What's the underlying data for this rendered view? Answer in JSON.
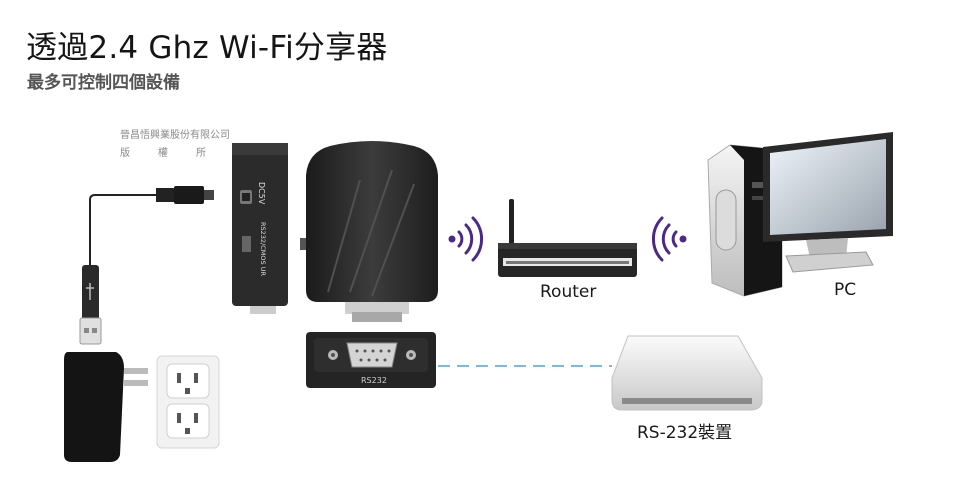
{
  "header": {
    "title": "透過2.4 Ghz Wi-Fi分享器",
    "subtitle": "最多可控制四個設備"
  },
  "copyright": {
    "company": "晉昌悟興業股份有限公司",
    "rights": "版權所有"
  },
  "device": {
    "port_dc": "DC5V",
    "switch_label": "RS232/CMOS UR",
    "connector_label": "RS232"
  },
  "labels": {
    "router": "Router",
    "pc": "PC",
    "rs232_device": "RS-232裝置"
  },
  "colors": {
    "wifi_wave": "#4b2a86",
    "serial_link": "#4aa3df",
    "device_body": "#2b2b2b"
  },
  "icons": {
    "wifi_left": "wifi-signal-icon",
    "wifi_right": "wifi-signal-icon",
    "usb": "usb-icon"
  }
}
